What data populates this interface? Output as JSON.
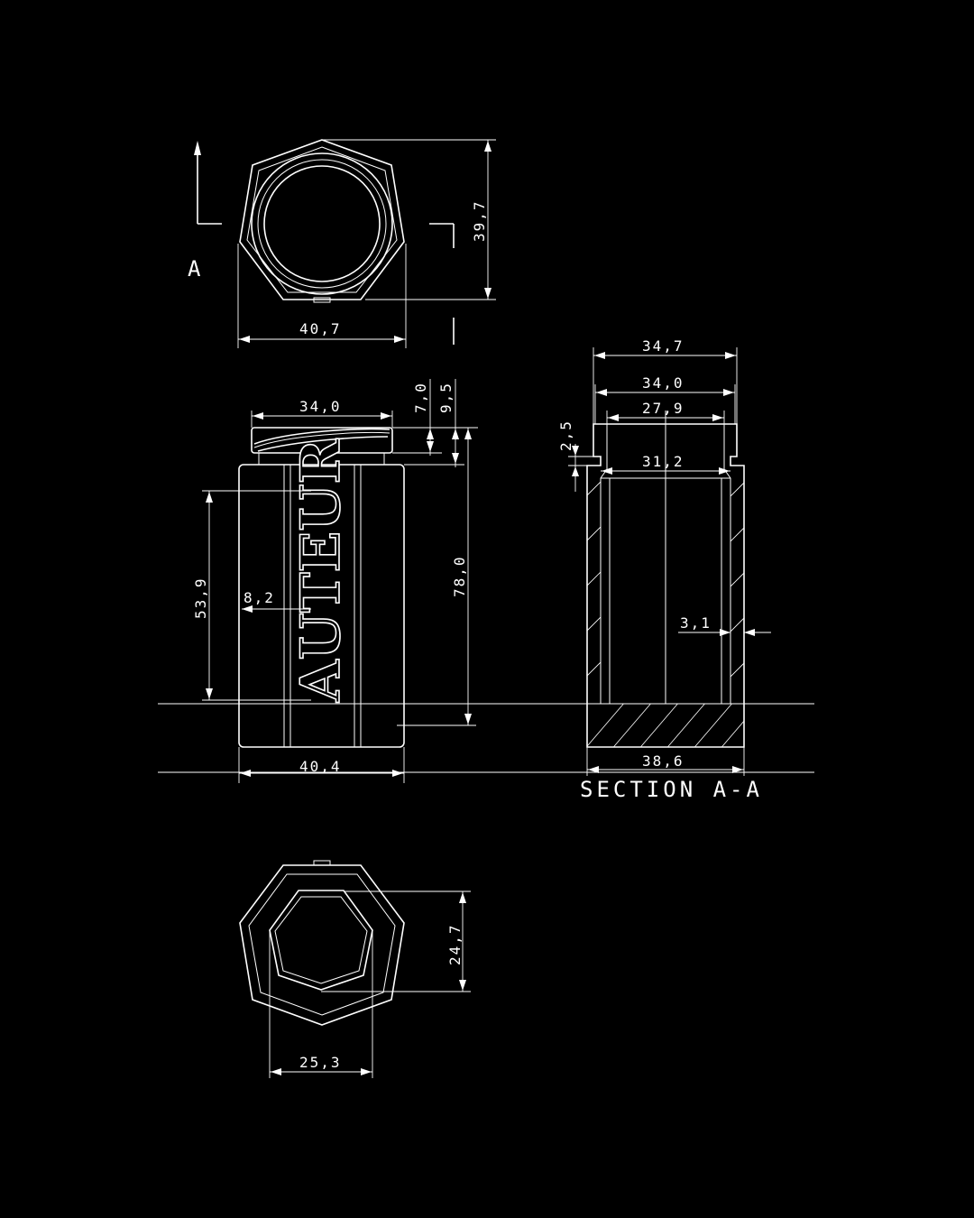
{
  "colors": {
    "background": "#000000",
    "line": "#ffffff"
  },
  "brand_text": "AUTEUR",
  "section_marker": "A",
  "section_title": "SECTION A-A",
  "top_view": {
    "width": "40,7",
    "height": "39,7"
  },
  "front_view": {
    "neck_width": "34,0",
    "neck_height": "7,0",
    "shoulder_height": "9,5",
    "label_height": "53,9",
    "label_depth": "8,2",
    "total_height": "78,0",
    "body_width": "40,4"
  },
  "section_view": {
    "outer_neck": "34,7",
    "thread_diameter": "34,0",
    "inner_opening": "27,9",
    "inner_diameter": "31,2",
    "neck_ring": "2,5",
    "wall_thickness": "3,1",
    "base_width": "38,6"
  },
  "bottom_view": {
    "height": "24,7",
    "width": "25,3"
  }
}
